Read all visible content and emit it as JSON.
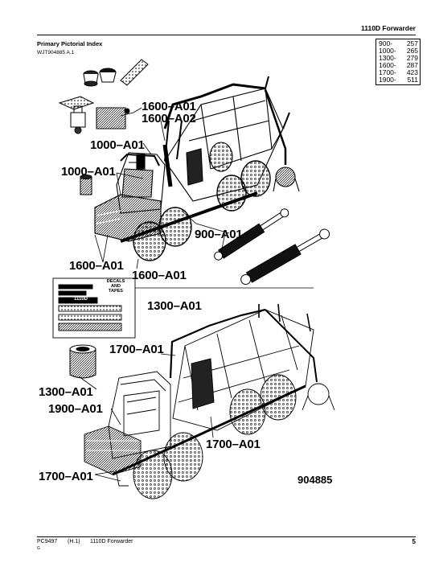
{
  "header": {
    "title": "1110D Forwarder"
  },
  "section": {
    "title": "Primary Pictorial Index",
    "subtitle": "WJT904885 A.1"
  },
  "index_table": [
    {
      "code": "900-",
      "page": "257"
    },
    {
      "code": "1000-",
      "page": "265"
    },
    {
      "code": "1300-",
      "page": "279"
    },
    {
      "code": "1600-",
      "page": "287"
    },
    {
      "code": "1700-",
      "page": "423"
    },
    {
      "code": "1900-",
      "page": "511"
    }
  ],
  "callouts": {
    "c1600_a01_top": "1600–A01",
    "c1600_a02": "1600–A02",
    "c1000_a01_a": "1000–A01",
    "c1000_a01_b": "1000–A01",
    "c900_a01": "900–A01",
    "c1600_a01_left": "1600–A01",
    "c1600_a01_bottom": "1600–A01",
    "c1300_a01_top": "1300–A01",
    "c1700_a01_top": "1700–A01",
    "c1300_a01_left": "1300–A01",
    "c1900_a01": "1900–A01",
    "c1700_a01_mid": "1700–A01",
    "c1700_a01_bottom": "1700–A01"
  },
  "decals": {
    "label_line1": "DECALS",
    "label_line2": "AND",
    "label_line3": "TAPES",
    "model": "1110D"
  },
  "figure_number": "904885",
  "footer": {
    "left_code": "PC9497",
    "revision": "(H.1)",
    "product": "1110D Forwarder",
    "page_number": "5",
    "small_mark": "G"
  }
}
